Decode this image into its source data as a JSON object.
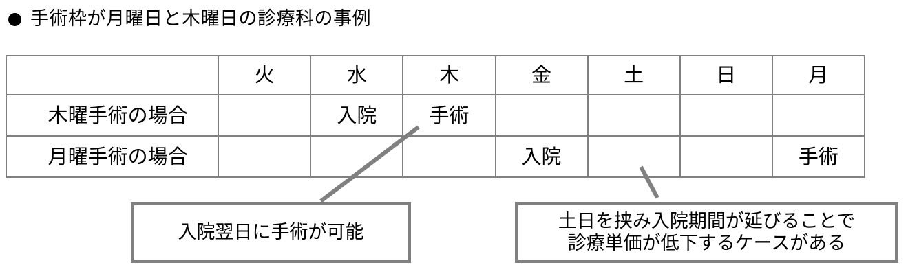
{
  "title": {
    "bullet": "filled-circle-bullet",
    "text": "手術枠が月曜日と木曜日の診療科の事例"
  },
  "table": {
    "corner_label": "",
    "day_headers": [
      "火",
      "水",
      "木",
      "金",
      "土",
      "日",
      "月"
    ],
    "rows": [
      {
        "label": "木曜手術の場合",
        "cells": [
          {
            "text": "",
            "shaded": false
          },
          {
            "text": "入院",
            "shaded": true
          },
          {
            "text": "手術",
            "shaded": true
          },
          {
            "text": "",
            "shaded": false
          },
          {
            "text": "",
            "shaded": false
          },
          {
            "text": "",
            "shaded": false
          },
          {
            "text": "",
            "shaded": false
          }
        ]
      },
      {
        "label": "月曜手術の場合",
        "cells": [
          {
            "text": "",
            "shaded": false
          },
          {
            "text": "",
            "shaded": false
          },
          {
            "text": "",
            "shaded": false
          },
          {
            "text": "入院",
            "shaded": true
          },
          {
            "text": "",
            "shaded": true
          },
          {
            "text": "",
            "shaded": true
          },
          {
            "text": "手術",
            "shaded": true
          }
        ]
      }
    ]
  },
  "callouts": {
    "left": {
      "text": "入院翌日に手術が可能"
    },
    "right": {
      "text": "土日を挟み入院期間が延びることで\n診療単価が低下するケースがある"
    }
  },
  "colors": {
    "header_fill": "#c8c8c8",
    "cell_fill": "#dcdcdc",
    "border": "#808080",
    "text": "#000000",
    "background": "#ffffff"
  }
}
